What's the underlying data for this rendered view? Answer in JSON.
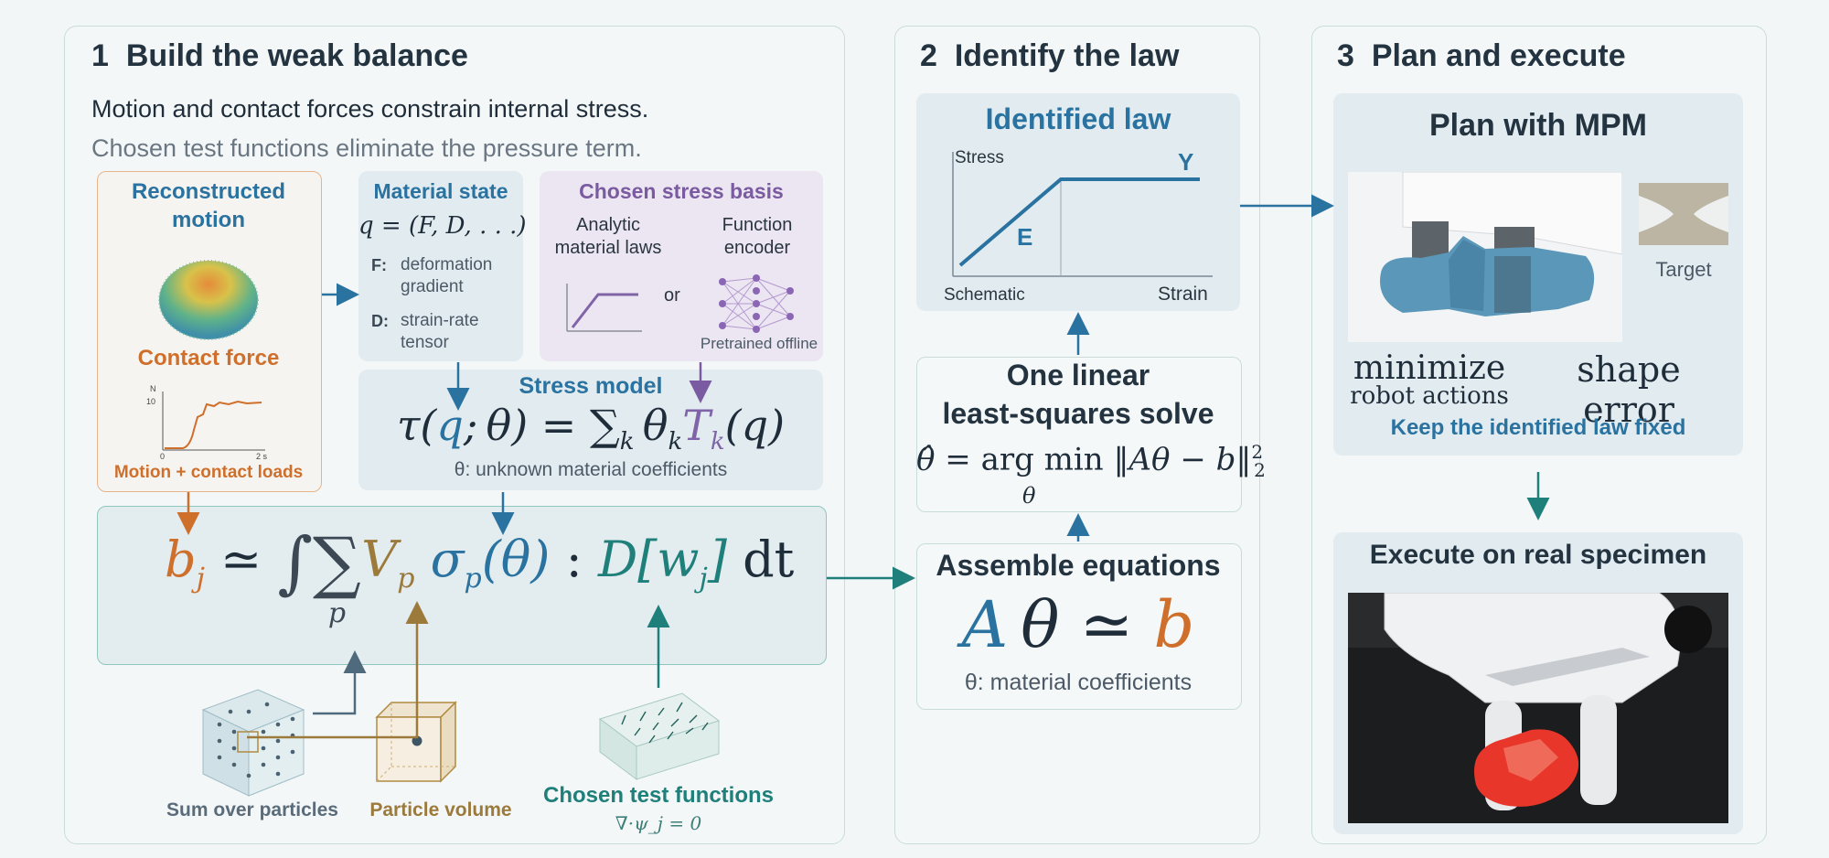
{
  "panel1": {
    "number": "1",
    "title": "Build the weak balance",
    "line1": "Motion and contact forces constrain internal stress.",
    "line2": "Chosen test functions eliminate the pressure term.",
    "recon_title": "Reconstructed motion",
    "contact_title": "Contact force",
    "force_plot": {
      "y_unit": "N",
      "y_tick": "10",
      "x_start": "0",
      "x_end": "2 s"
    },
    "loads_label": "Motion + contact loads",
    "material_state": {
      "title": "Material state",
      "formula": "q = (F, D, . . .)",
      "f_key": "F:",
      "f_desc": "deformation gradient",
      "d_key": "D:",
      "d_desc": "strain-rate tensor"
    },
    "stress_basis": {
      "title": "Chosen stress basis",
      "analytic": "Analytic material laws",
      "or": "or",
      "encoder": "Function encoder",
      "pretrained": "Pretrained offline"
    },
    "stress_model": {
      "title": "Stress model",
      "caption": "θ: unknown material coefficients"
    },
    "sum_label": "Sum over particles",
    "volume_label": "Particle volume",
    "test_label": "Chosen test functions",
    "test_sub": "∇·ψ_j = 0"
  },
  "panel2": {
    "number": "2",
    "title": "Identify the law",
    "law_title": "Identified law",
    "chart_stress": "Stress",
    "chart_strain": "Strain",
    "chart_schematic": "Schematic",
    "chart_E": "E",
    "chart_Y": "Y",
    "solve_line1": "One linear",
    "solve_line2": "least-squares solve",
    "assemble_title": "Assemble equations",
    "assemble_caption": "θ: material coefficients"
  },
  "panel3": {
    "number": "3",
    "title": "Plan and execute",
    "plan_title": "Plan with MPM",
    "target_label": "Target",
    "minimize": "minimize",
    "robot_actions": "robot actions",
    "shape_error": "shape error",
    "keep_fixed": "Keep the identified law fixed",
    "execute_title": "Execute on real specimen"
  },
  "colors": {
    "blue": "#2a72a0",
    "orange": "#cf6f2c",
    "purple": "#7a5aa0",
    "teal": "#1f7f7a",
    "gold": "#9b7a3c"
  }
}
